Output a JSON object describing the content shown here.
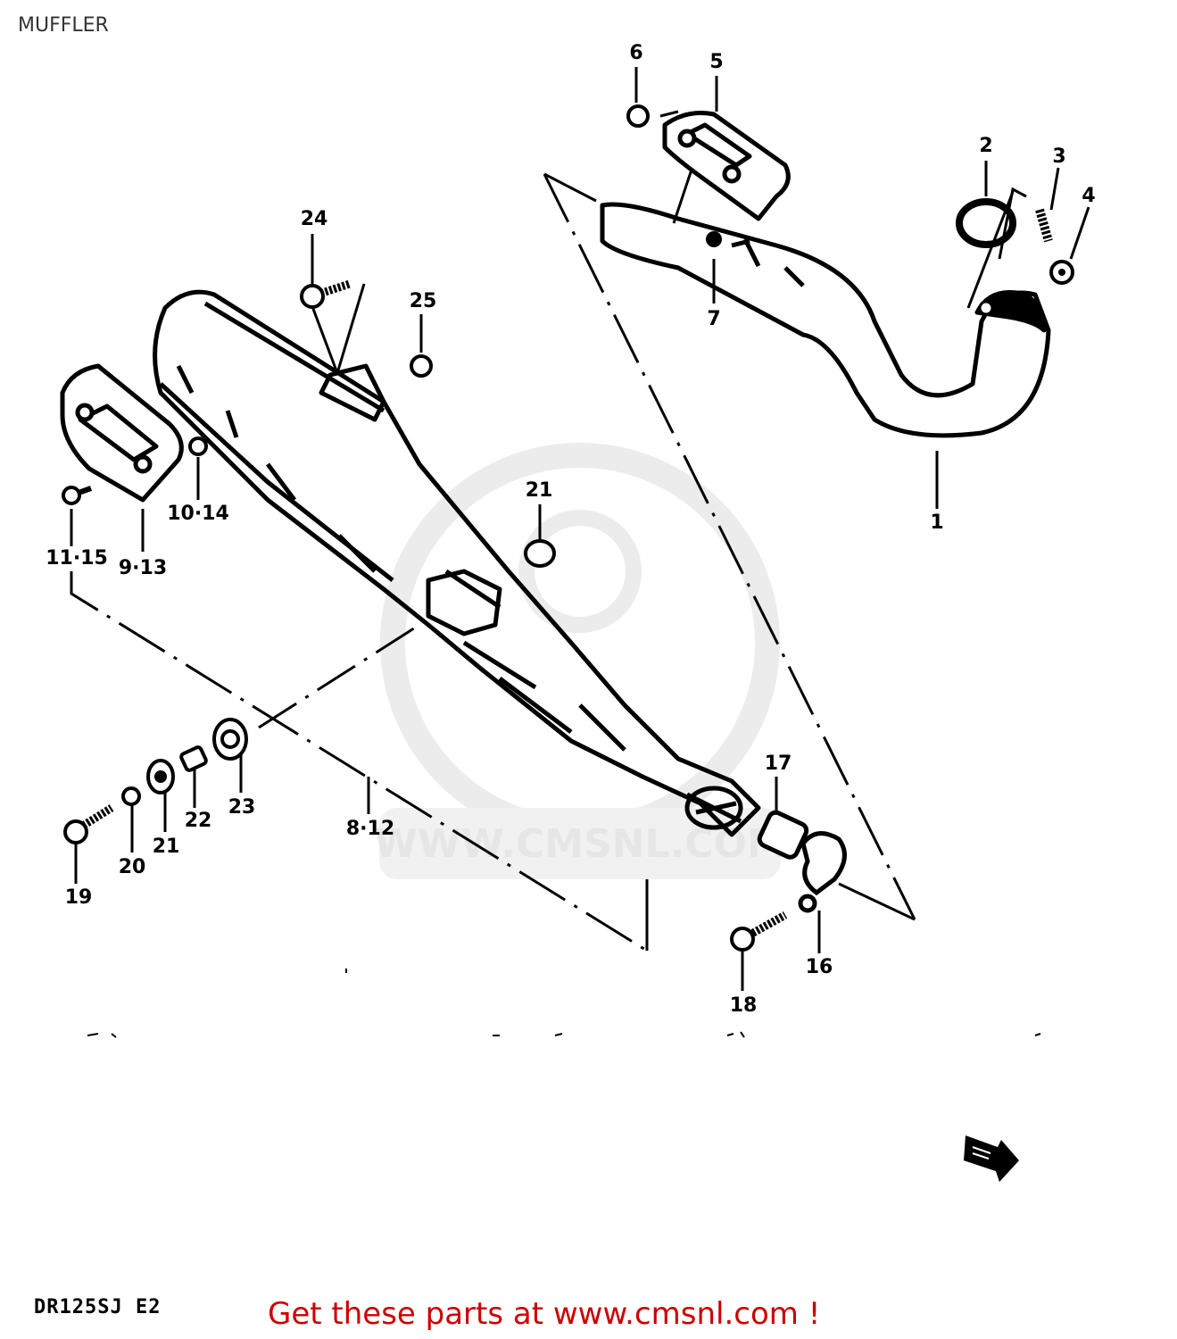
{
  "page": {
    "title": "MUFFLER"
  },
  "watermark": {
    "text": "WWW.CMSNL.COM"
  },
  "callouts": [
    {
      "id": "p1",
      "label": "1"
    },
    {
      "id": "p2",
      "label": "2"
    },
    {
      "id": "p3",
      "label": "3"
    },
    {
      "id": "p4",
      "label": "4"
    },
    {
      "id": "p5",
      "label": "5"
    },
    {
      "id": "p6",
      "label": "6"
    },
    {
      "id": "p7",
      "label": "7"
    },
    {
      "id": "p8",
      "label": "8·12"
    },
    {
      "id": "p9",
      "label": "9·13"
    },
    {
      "id": "p10",
      "label": "10·14"
    },
    {
      "id": "p11",
      "label": "11·15"
    },
    {
      "id": "p16",
      "label": "16"
    },
    {
      "id": "p17",
      "label": "17"
    },
    {
      "id": "p18",
      "label": "18"
    },
    {
      "id": "p19",
      "label": "19"
    },
    {
      "id": "p20",
      "label": "20"
    },
    {
      "id": "p21a",
      "label": "21"
    },
    {
      "id": "p21b",
      "label": "21"
    },
    {
      "id": "p22",
      "label": "22"
    },
    {
      "id": "p23",
      "label": "23"
    },
    {
      "id": "p24",
      "label": "24"
    },
    {
      "id": "p25",
      "label": "25"
    }
  ],
  "footer": {
    "model_code": "DR125SJ E2",
    "link_text": "Get these parts at www.cmsnl.com !"
  }
}
